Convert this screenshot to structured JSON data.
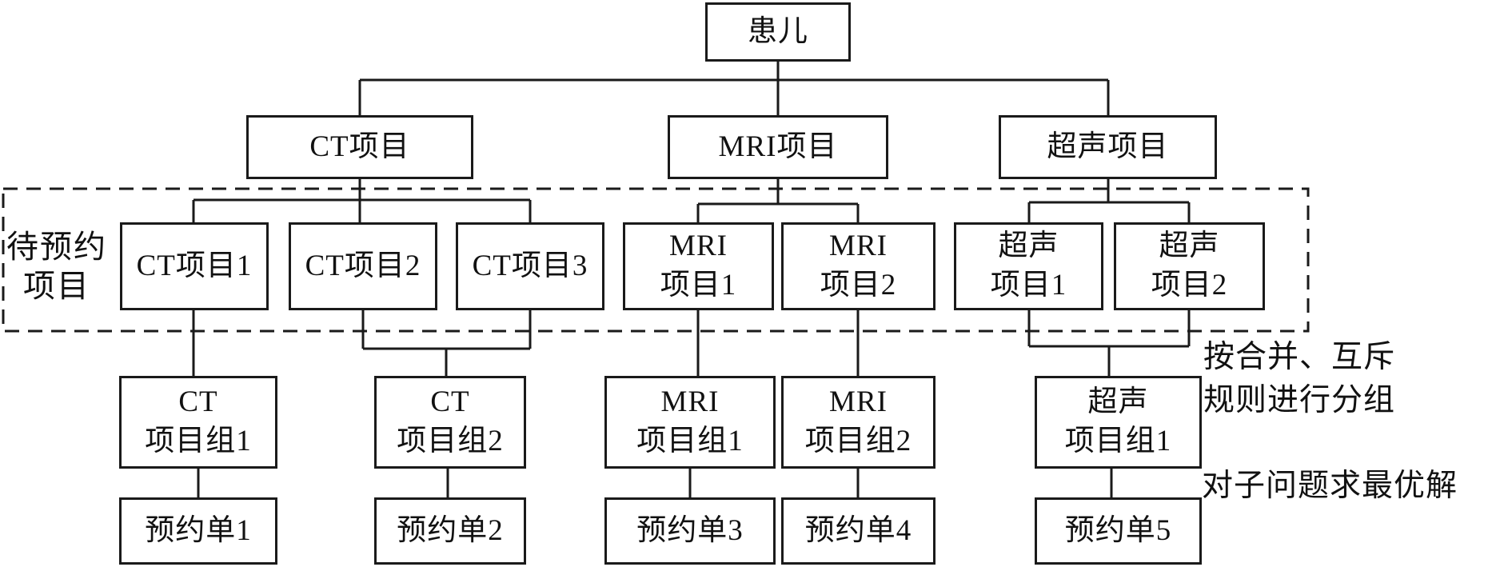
{
  "diagram": {
    "root": {
      "label": "患儿"
    },
    "modalities": [
      {
        "label": "CT项目"
      },
      {
        "label": "MRI项目"
      },
      {
        "label": "超声项目"
      }
    ],
    "pending_region": {
      "label_lines": [
        "待预约",
        "项目"
      ]
    },
    "items": [
      {
        "lines": [
          "CT项目1"
        ]
      },
      {
        "lines": [
          "CT项目2"
        ]
      },
      {
        "lines": [
          "CT项目3"
        ]
      },
      {
        "lines": [
          "MRI",
          "项目1"
        ]
      },
      {
        "lines": [
          "MRI",
          "项目2"
        ]
      },
      {
        "lines": [
          "超声",
          "项目1"
        ]
      },
      {
        "lines": [
          "超声",
          "项目2"
        ]
      }
    ],
    "groups": [
      {
        "lines": [
          "CT",
          "项目组1"
        ]
      },
      {
        "lines": [
          "CT",
          "项目组2"
        ]
      },
      {
        "lines": [
          "MRI",
          "项目组1"
        ]
      },
      {
        "lines": [
          "MRI",
          "项目组2"
        ]
      },
      {
        "lines": [
          "超声",
          "项目组1"
        ]
      }
    ],
    "appointments": [
      {
        "label": "预约单1"
      },
      {
        "label": "预约单2"
      },
      {
        "label": "预约单3"
      },
      {
        "label": "预约单4"
      },
      {
        "label": "预约单5"
      }
    ],
    "annotations": {
      "grouping_lines": [
        "按合并、互斥",
        "规则进行分组"
      ],
      "subproblem": "对子问题求最优解"
    },
    "colors": {
      "line": "#1a1a1a",
      "text": "#111111",
      "background": "#ffffff"
    }
  }
}
